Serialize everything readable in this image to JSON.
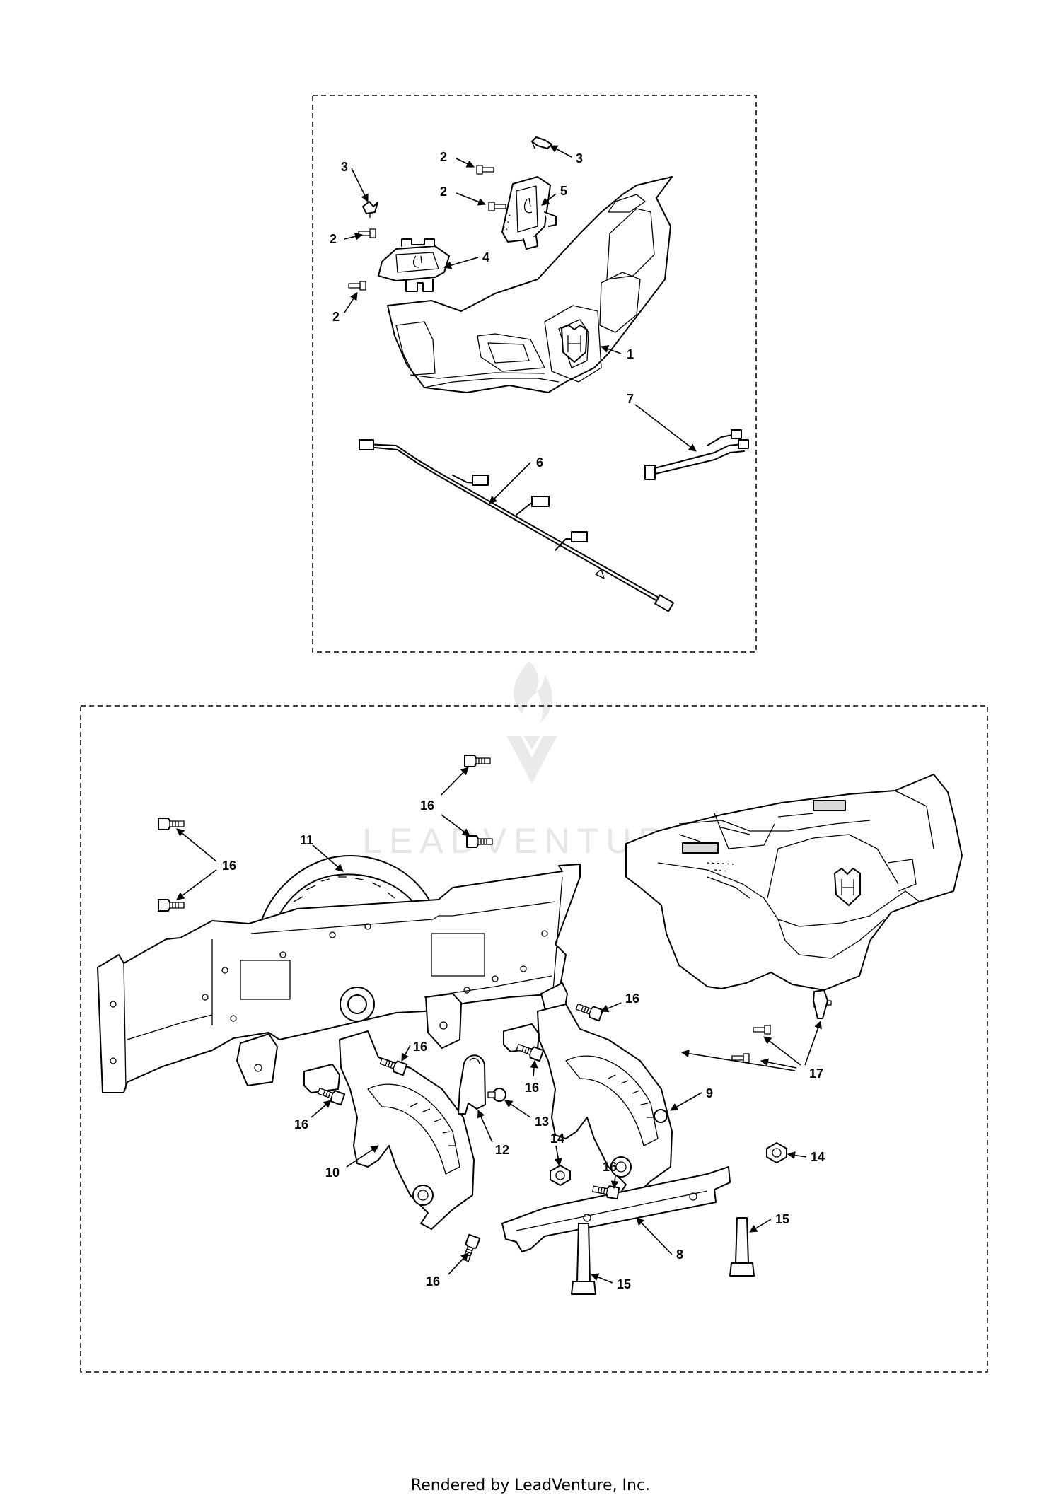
{
  "callouts": [
    "1",
    "2",
    "3",
    "4",
    "5",
    "6",
    "7",
    "8",
    "9",
    "10",
    "11",
    "12",
    "13",
    "14",
    "15",
    "16",
    "17"
  ],
  "watermark": "LEADVENTURE",
  "footer": "Rendered by LeadVenture, Inc.",
  "colors": {
    "line": "#000000",
    "watermark": "#e8e8e8",
    "background": "#ffffff"
  }
}
